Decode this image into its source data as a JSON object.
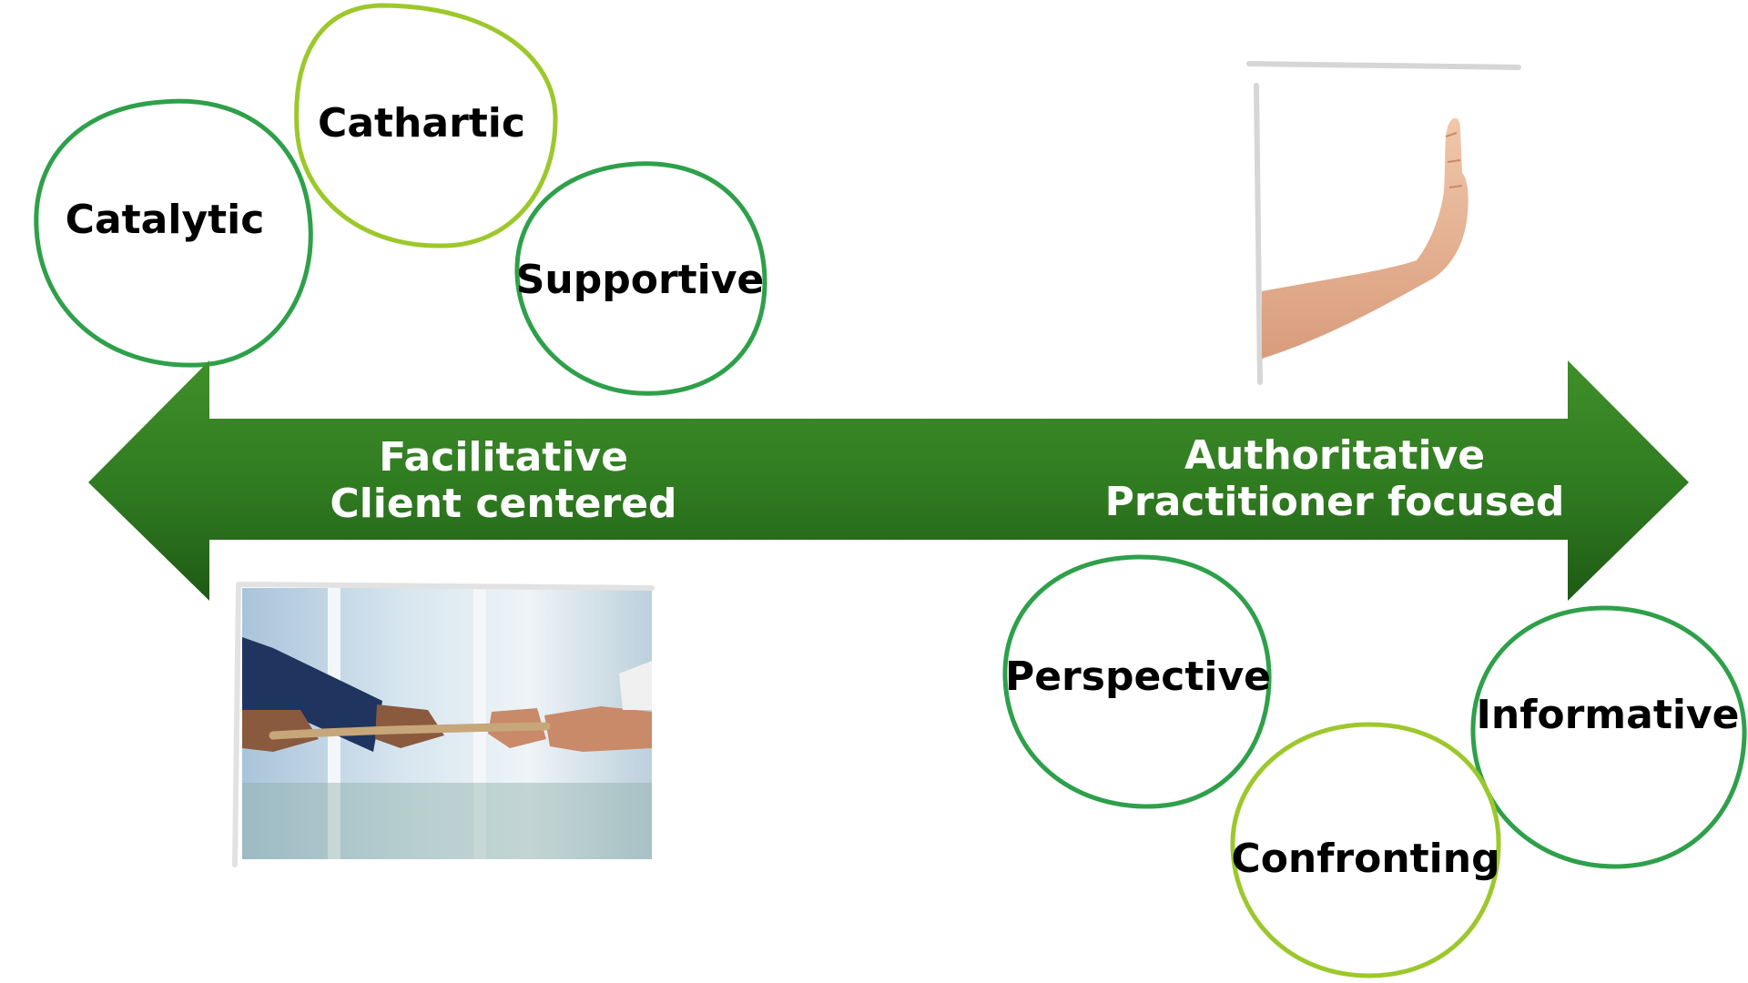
{
  "diagram": {
    "arrow": {
      "left_label_line1": "Facilitative",
      "left_label_line2": "Client centered",
      "right_label_line1": "Authoritative",
      "right_label_line2": "Practitioner focused",
      "colors": {
        "top": "#3f8f2a",
        "bottom": "#1e5a15"
      }
    },
    "facilitative_interventions": [
      "Catalytic",
      "Cathartic",
      "Supportive"
    ],
    "authoritative_interventions": [
      "Perspective",
      "Informative",
      "Confronting"
    ],
    "circle_colors": {
      "dark_green": "#2ea04a",
      "light_green": "#9cc82b"
    },
    "photos": {
      "left": "tug-of-war-photo",
      "right": "stop-hand-photo"
    }
  }
}
